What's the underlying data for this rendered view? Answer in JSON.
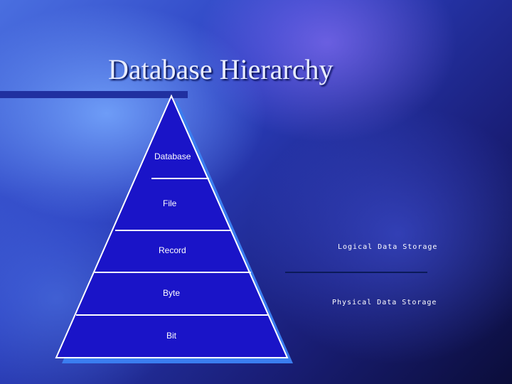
{
  "slide": {
    "title": "Database Hierarchy"
  },
  "pyramid": {
    "levels": [
      "Database",
      "File",
      "Record",
      "Byte",
      "Bit"
    ],
    "fill_color": "#1a14c8",
    "line_color": "#ffffff"
  },
  "storage": {
    "logical": "Logical Data Storage",
    "physical": "Physical Data Storage"
  }
}
